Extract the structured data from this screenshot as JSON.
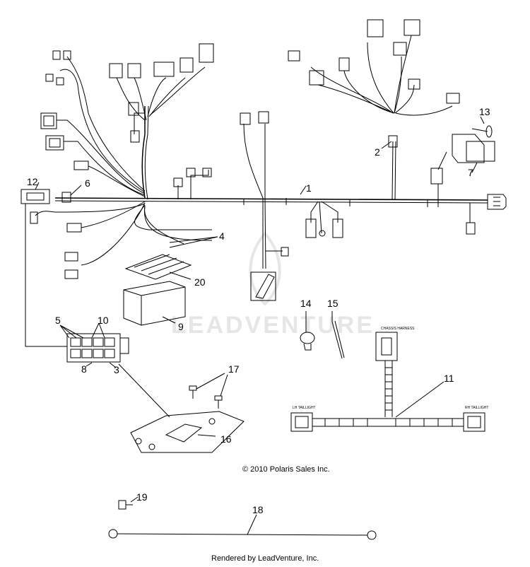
{
  "diagram": {
    "callouts": [
      "1",
      "2",
      "3",
      "4",
      "5",
      "6",
      "7",
      "8",
      "9",
      "10",
      "11",
      "12",
      "13",
      "14",
      "15",
      "16",
      "17",
      "18",
      "19",
      "20"
    ],
    "watermark": "LEADVENTURE",
    "copyright": "© 2010 Polaris Sales Inc.",
    "footer": "Rendered by LeadVenture, Inc.",
    "connector_labels": {
      "chassis": "CHASSIS HARNESS",
      "lh": "LH TAILLIGHT",
      "rh": "RH TAILLIGHT"
    }
  }
}
